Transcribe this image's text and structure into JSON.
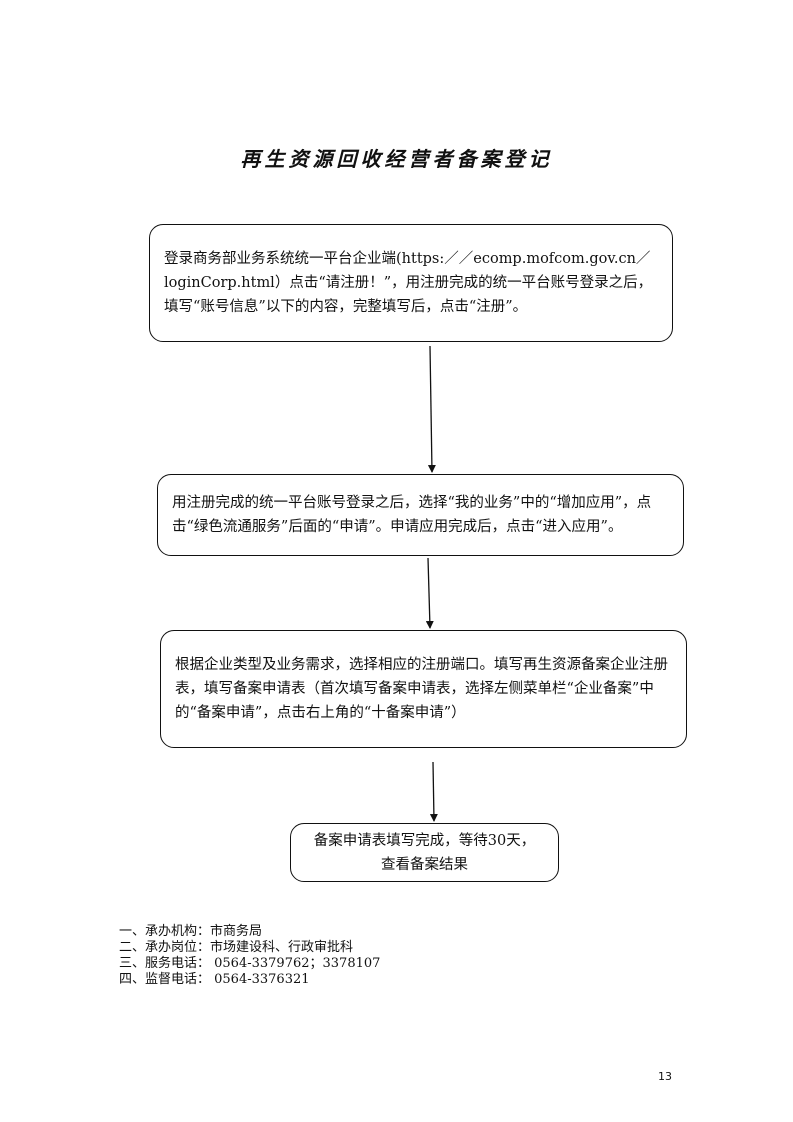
{
  "title": "再生资源回收经营者备案登记",
  "steps": [
    "登录商务部业务系统统一平台企业端(https:／／ecomp.mofcom.gov.cn／loginCorp.html）点击“请注册！”，用注册完成的统一平台账号登录之后，填写“账号信息”以下的内容，完整填写后，点击“注册”。",
    "用注册完成的统一平台账号登录之后，选择“我的业务”中的“增加应用”，点击“绿色流通服务”后面的“申请”。申请应用完成后，点击“进入应用”。",
    "根据企业类型及业务需求，选择相应的注册端口。填写再生资源备案企业注册表，填写备案申请表（首次填写备案申请表，选择左侧菜单栏“企业备案”中的“备案申请”，点击右上角的“十备案申请”）",
    "备案申请表填写完成，等待30天，",
    "查看备案结果"
  ],
  "info": [
    "一、承办机构：市商务局",
    "二、承办岗位：市场建设科、行政审批科",
    "三、服务电话： 0564-3379762；3378107",
    "四、监督电话： 0564-3376321"
  ],
  "page_number": "13"
}
